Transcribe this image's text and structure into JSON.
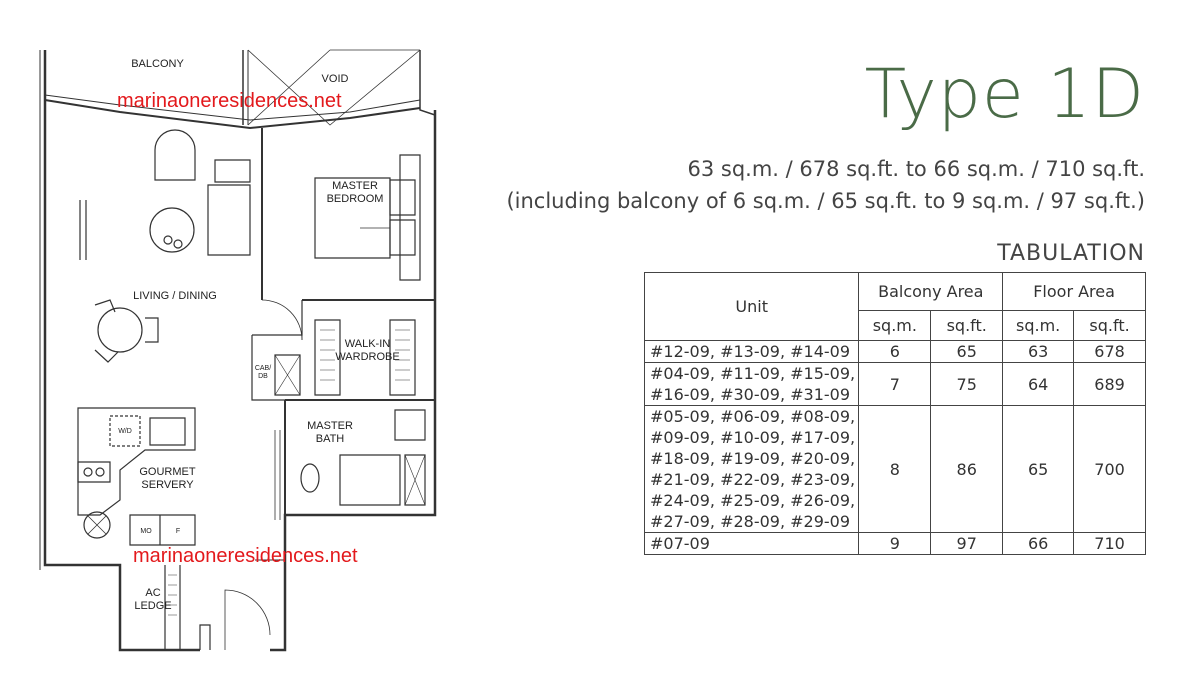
{
  "title": "Type 1D",
  "area_line_1": "63 sq.m. / 678 sq.ft. to 66 sq.m. / 710 sq.ft.",
  "area_line_2": "(including balcony of 6 sq.m. / 65 sq.ft. to 9 sq.m. / 97 sq.ft.)",
  "tabulation_title": "TABULATION",
  "table": {
    "unit_header": "Unit",
    "balcony_header": "Balcony Area",
    "floor_header": "Floor Area",
    "sqm": "sq.m.",
    "sqft": "sq.ft.",
    "rows": [
      {
        "units": "#12-09, #13-09, #14-09",
        "balcony_sqm": "6",
        "balcony_sqft": "65",
        "floor_sqm": "63",
        "floor_sqft": "678"
      },
      {
        "units": "#04-09, #11-09, #15-09,\n#16-09, #30-09, #31-09",
        "balcony_sqm": "7",
        "balcony_sqft": "75",
        "floor_sqm": "64",
        "floor_sqft": "689"
      },
      {
        "units": "#05-09, #06-09, #08-09,\n#09-09, #10-09, #17-09,\n#18-09, #19-09, #20-09,\n#21-09, #22-09, #23-09,\n#24-09, #25-09, #26-09,\n#27-09, #28-09, #29-09",
        "balcony_sqm": "8",
        "balcony_sqft": "86",
        "floor_sqm": "65",
        "floor_sqft": "700"
      },
      {
        "units": "#07-09",
        "balcony_sqm": "9",
        "balcony_sqft": "97",
        "floor_sqm": "66",
        "floor_sqft": "710"
      }
    ]
  },
  "plan": {
    "balcony": "BALCONY",
    "void": "VOID",
    "master_bedroom": "MASTER\nBEDROOM",
    "living_dining": "LIVING / DINING",
    "walk_in_wardrobe": "WALK-IN\nWARDROBE",
    "cab_db": "CAB/\nDB",
    "master_bath": "MASTER\nBATH",
    "wd": "W/D",
    "gourmet_servery": "GOURMET\nSERVERY",
    "mo": "MO",
    "f": "F",
    "ac_ledge": "AC\nLEDGE"
  },
  "watermark_top": "marinaoneresidences.net",
  "watermark_bottom": "marinaoneresidences.net"
}
